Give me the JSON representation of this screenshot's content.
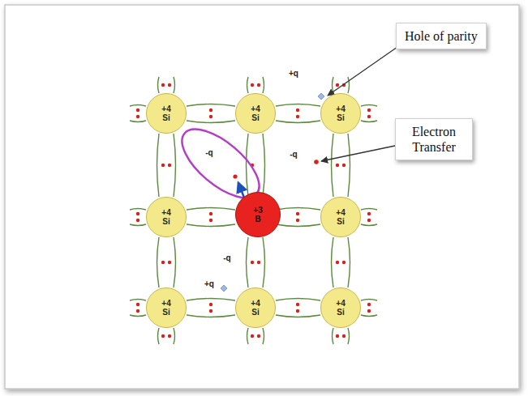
{
  "diagram": {
    "nodes": [
      {
        "text": [
          "Hole of parity"
        ]
      },
      {
        "text": [
          "+4 Si"
        ]
      },
      {
        "text": [
          "+4 Si"
        ]
      },
      {
        "text": [
          "+4 Si"
        ]
      },
      {
        "text": [
          "Electron Transfer"
        ]
      },
      {
        "text": [
          "+4 Si"
        ]
      },
      {
        "text": [
          "+3 B"
        ]
      },
      {
        "text": [
          "+4 Si"
        ]
      },
      {
        "text": [
          "+4 Si"
        ]
      },
      {
        "text": [
          "+4 Si"
        ]
      },
      {
        "text": [
          "+4 Si"
        ]
      }
    ],
    "labels": [
      "+q",
      "-q",
      "-q",
      "-q",
      "+q"
    ]
  }
}
